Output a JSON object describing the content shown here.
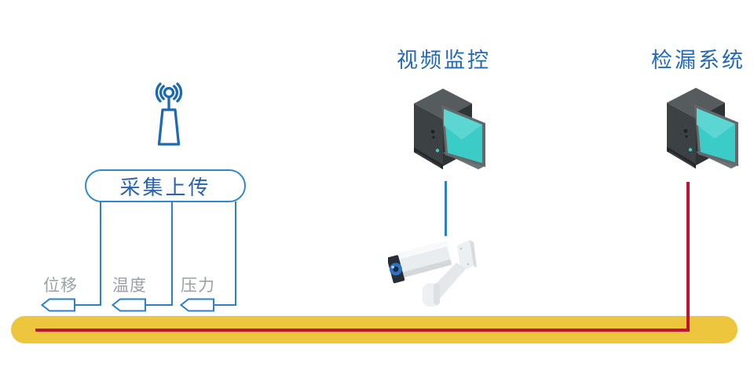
{
  "collection_station": {
    "icon": "wireless-antenna-icon",
    "box_label": "采集上传",
    "sensors": [
      {
        "label": "位移"
      },
      {
        "label": "温度"
      },
      {
        "label": "压力"
      }
    ]
  },
  "video_monitoring": {
    "title": "视频监控",
    "icons": [
      "desktop-computer-icon",
      "cctv-camera-icon"
    ]
  },
  "leak_detection": {
    "title": "检漏系统",
    "icons": [
      "desktop-computer-icon"
    ]
  },
  "pipeline": {
    "pipe_color": "#edc63d",
    "sensing_cable_color": "#c2122f"
  },
  "colors": {
    "diagram_blue": "#2e80c6",
    "text_blue": "#2469b5",
    "antenna_blue": "#1d6ab2",
    "label_gray": "#9aa0a6",
    "screen_teal": "#3cccc8"
  }
}
